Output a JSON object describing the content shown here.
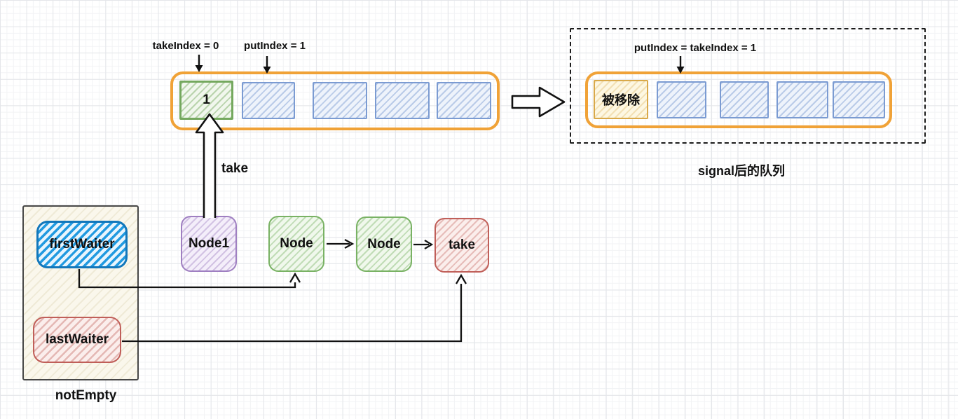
{
  "queue_before": {
    "take_index_label": "takeIndex = 0",
    "put_index_label": "putIndex = 1",
    "cells": [
      {
        "value": "1",
        "fill": "green"
      },
      {
        "value": "",
        "fill": "blue"
      },
      {
        "value": "",
        "fill": "blue"
      },
      {
        "value": "",
        "fill": "blue"
      },
      {
        "value": "",
        "fill": "blue"
      }
    ]
  },
  "transition": {
    "take_arrow_label": "take"
  },
  "queue_after": {
    "pointer_label": "putIndex = takeIndex = 1",
    "caption": "signal后的队列",
    "cells": [
      {
        "value": "被移除",
        "fill": "yellow"
      },
      {
        "value": "",
        "fill": "blue"
      },
      {
        "value": "",
        "fill": "blue"
      },
      {
        "value": "",
        "fill": "blue"
      },
      {
        "value": "",
        "fill": "blue"
      }
    ]
  },
  "wait_queue": {
    "nodes": [
      {
        "label": "Node1",
        "color": "purple"
      },
      {
        "label": "Node",
        "color": "green"
      },
      {
        "label": "Node",
        "color": "green"
      },
      {
        "label": "take",
        "color": "red"
      }
    ]
  },
  "not_empty": {
    "label": "notEmpty",
    "first_waiter": "firstWaiter",
    "last_waiter": "lastWaiter"
  },
  "colors": {
    "queue_border": "#f0a237",
    "cell_green": "#74a85e",
    "cell_blue": "#7b9bd2",
    "cell_yellow": "#d9a94a",
    "node_purple": "#9f7fc1",
    "node_green": "#79b264",
    "node_red": "#c05f59",
    "waiter_blue": "#1e8fd5",
    "ink": "#111111"
  },
  "icons": {
    "take_index_pointer": "down-arrow",
    "put_index_pointer": "down-arrow",
    "after_index_pointer": "down-arrow",
    "take_arrow": "hollow-up-arrow",
    "transition_arrow": "hollow-right-arrow",
    "first_waiter_link": "elbow-arrow",
    "last_waiter_link": "elbow-arrow"
  }
}
